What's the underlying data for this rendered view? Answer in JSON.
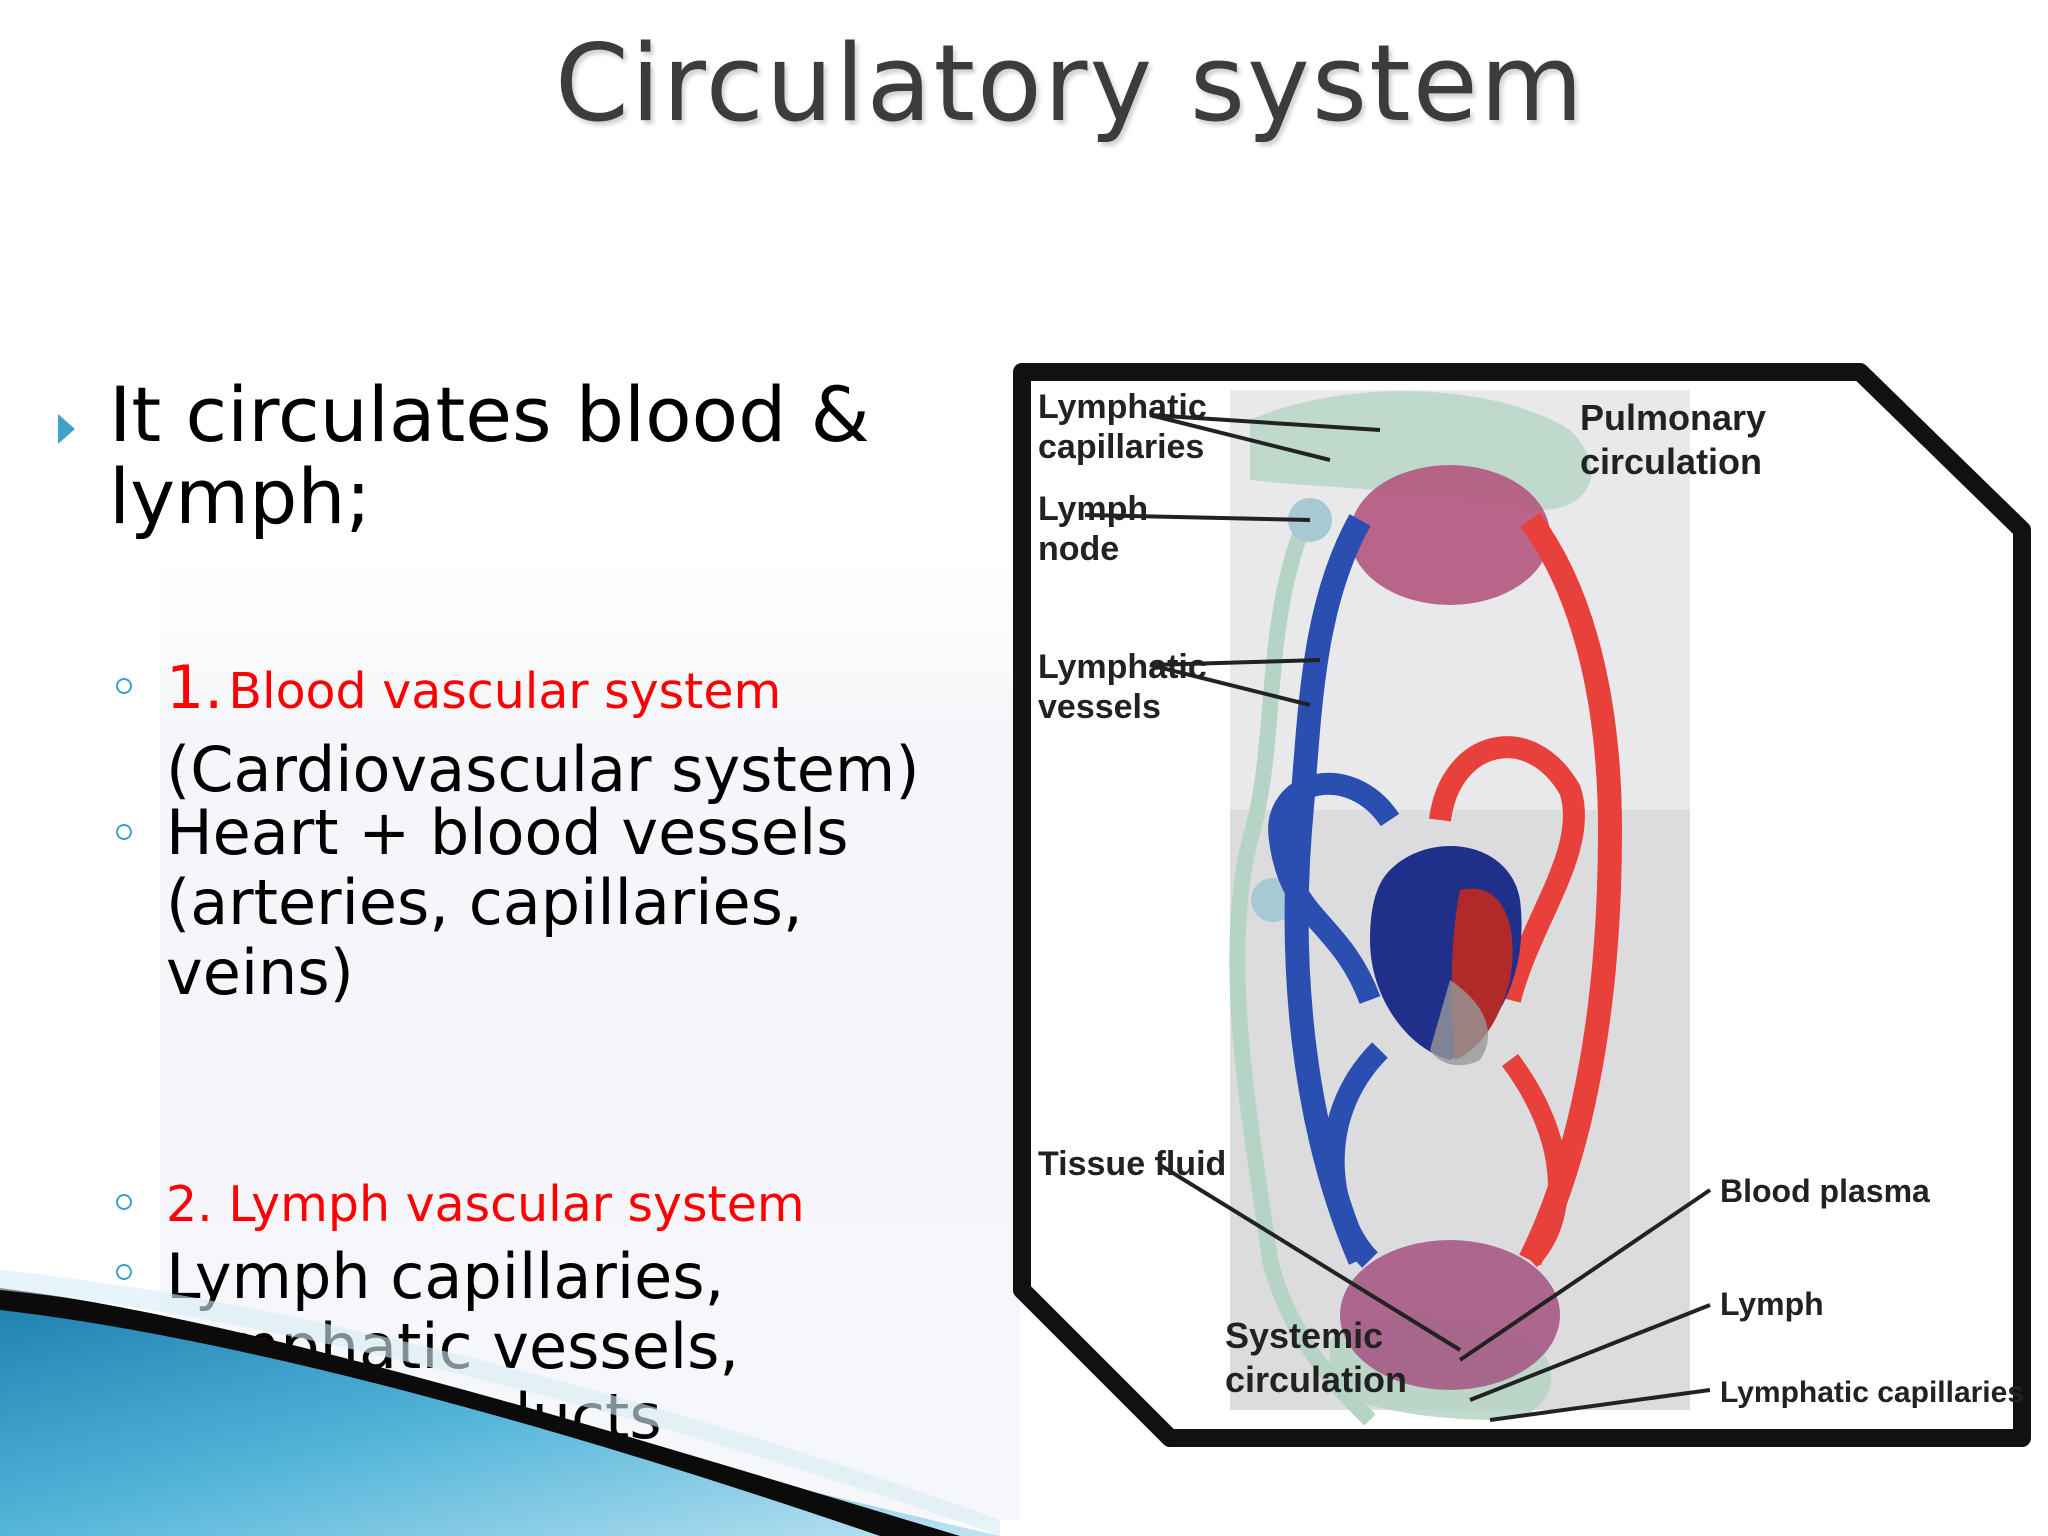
{
  "slide": {
    "title": "Circulatory system",
    "bullet_main": "It circulates blood & lymph;",
    "sub1_number": "1.",
    "sub1_heading": "Blood vascular system",
    "sub1_text": "(Cardiovascular system)",
    "sub2_text": "Heart + blood vessels (arteries, capillaries, veins)",
    "sub3_heading": "2. Lymph vascular system",
    "sub4_text": "Lymph capillaries, lymphatic vessels, lymphatic ducts"
  },
  "diagram": {
    "labels": {
      "lymphatic_capillaries_top_1": "Lymphatic",
      "lymphatic_capillaries_top_2": "capillaries",
      "lymph_node_1": "Lymph",
      "lymph_node_2": "node",
      "lymphatic_vessels_1": "Lymphatic",
      "lymphatic_vessels_2": "vessels",
      "pulmonary_1": "Pulmonary",
      "pulmonary_2": "circulation",
      "tissue_fluid": "Tissue fluid",
      "blood_plasma": "Blood plasma",
      "lymph": "Lymph",
      "lymphatic_capillaries_bottom": "Lymphatic capillaries",
      "systemic_1": "Systemic",
      "systemic_2": "circulation"
    },
    "colors": {
      "artery": "#e8403a",
      "vein": "#2a4fb0",
      "lymph": "#b5d4c6",
      "frame": "#111111"
    }
  }
}
